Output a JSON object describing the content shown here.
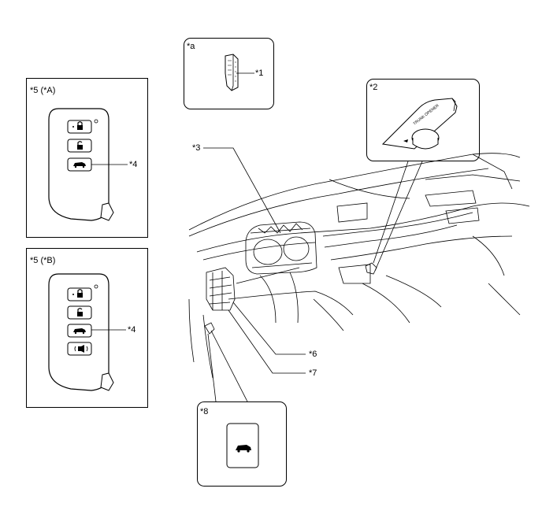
{
  "labels": {
    "a": "*a",
    "c1": "*1",
    "c2": "*2",
    "c3": "*3",
    "c4_top": "*4",
    "c4_bottom": "*4",
    "c5a": "*5 (*A)",
    "c5b": "*5 (*B)",
    "c6": "*6",
    "c7": "*7",
    "c8": "*8",
    "trunk_opener_text": "TRUNK OPENER"
  },
  "icons": {
    "lock": "padlock-closed-icon",
    "unlock": "padlock-open-icon",
    "trunk": "car-trunk-icon",
    "panic": "panic-alarm-icon"
  },
  "colors": {
    "line": "#000000",
    "background": "#ffffff"
  }
}
